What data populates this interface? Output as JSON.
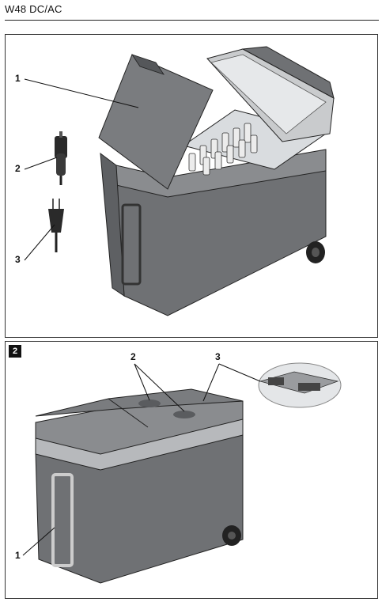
{
  "header": {
    "title": "W48 DC/AC"
  },
  "figure1": {
    "callouts": {
      "c1": "1",
      "c2": "2",
      "c3": "3"
    }
  },
  "figure2": {
    "badge": "2",
    "callouts": {
      "c1": "1",
      "c2": "2",
      "c3": "3"
    }
  },
  "colors": {
    "body_dark": "#6f7174",
    "body_mid": "#8a8c8f",
    "lid_light": "#c9cbcd",
    "interior": "#d9dcdf",
    "line": "#222222"
  }
}
